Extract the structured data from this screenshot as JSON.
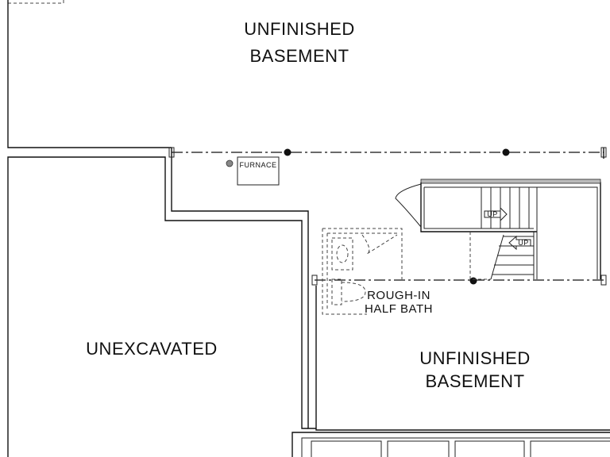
{
  "rooms": {
    "top_unfinished": {
      "line1": "UNFINISHED",
      "line2": "BASEMENT"
    },
    "unexcavated": {
      "label": "UNEXCAVATED"
    },
    "bottom_unfinished": {
      "line1": "UNFINISHED",
      "line2": "BASEMENT"
    }
  },
  "fixtures": {
    "furnace": "FURNACE",
    "half_bath": {
      "line1": "ROUGH-IN",
      "line2": "HALF BATH"
    }
  },
  "stairs": {
    "upper_arrow": "UP",
    "lower_arrow": "UP"
  }
}
